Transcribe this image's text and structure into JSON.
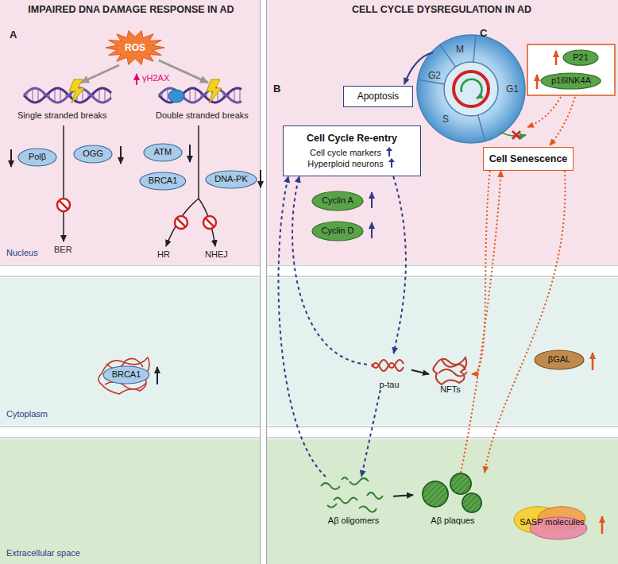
{
  "diagram": {
    "nodes": [
      {
        "text": [
          "ROS"
        ]
      },
      {
        "text": [
          "Polβ"
        ]
      },
      {
        "text": [
          "OGG"
        ]
      },
      {
        "text": [
          "ATM"
        ]
      },
      {
        "text": [
          "BRCA1"
        ]
      },
      {
        "text": [
          "DNA-PK"
        ]
      },
      {
        "text": [
          "BRCA1"
        ]
      },
      {
        "text": [
          "Apoptosis"
        ]
      },
      {
        "text": [
          "Cell Cycle Re-entry",
          "Cell cycle markers",
          "Hyperploid neurons"
        ]
      },
      {
        "text": [
          "P21"
        ]
      },
      {
        "text": [
          "p16INK4A"
        ]
      },
      {
        "text": [
          "Cell Senescence"
        ]
      },
      {
        "text": [
          "Cyclin A"
        ]
      },
      {
        "text": [
          "Cyclin D"
        ]
      },
      {
        "text": [
          "p-tau"
        ]
      },
      {
        "text": [
          "NFTs"
        ]
      },
      {
        "text": [
          "βGAL"
        ]
      },
      {
        "text": [
          "Aβ oligomers"
        ]
      },
      {
        "text": [
          "Aβ plaques"
        ]
      },
      {
        "text": [
          "SASP molecules"
        ]
      }
    ],
    "edges": [
      {
        "from": 8,
        "to": 14,
        "arrow": "to"
      },
      {
        "from": 14,
        "to": 8,
        "arrow": "to"
      },
      {
        "from": 17,
        "to": 8,
        "arrow": "to"
      },
      {
        "from": 14,
        "to": 17,
        "arrow": "to"
      },
      {
        "from": 14,
        "to": 15,
        "arrow": "to"
      },
      {
        "from": 17,
        "to": 18,
        "arrow": "to"
      },
      {
        "from": 18,
        "to": 11,
        "arrow": "to"
      },
      {
        "from": 11,
        "to": 15,
        "arrow": "to"
      },
      {
        "from": 11,
        "to": 18,
        "arrow": "to"
      }
    ],
    "labels": [
      "IMPAIRED DNA DAMAGE RESPONSE IN AD",
      "CELL CYCLE DYSREGULATION IN AD",
      "A",
      "B",
      "C",
      "γH2AX",
      "Single stranded breaks",
      "Double stranded breaks",
      "BER",
      "HR",
      "NHEJ",
      "Nucleus",
      "Cytoplasm",
      "Extracellular space",
      "M",
      "G2",
      "S",
      "G1"
    ]
  }
}
